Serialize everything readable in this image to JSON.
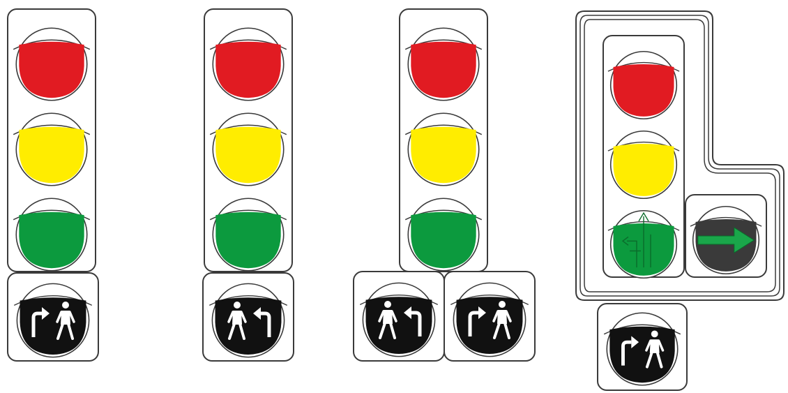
{
  "colors": {
    "red": "#e11b22",
    "yellow": "#ffed00",
    "green": "#0c9a3e",
    "dark_lamp": "#3a3a3a",
    "arrow_green": "#1aa64a",
    "symbol_bg": "#111111",
    "outline": "#3a3a3a"
  },
  "signals": [
    {
      "id": "signal-1",
      "lamps": [
        "red-lamp",
        "yellow-lamp",
        "green-lamp"
      ],
      "pedestrian_symbol": "right-turn-arrow-pedestrian-icon"
    },
    {
      "id": "signal-2",
      "lamps": [
        "red-lamp",
        "yellow-lamp",
        "green-lamp"
      ],
      "pedestrian_symbol": "pedestrian-left-turn-arrow-icon"
    },
    {
      "id": "signal-3",
      "lamps": [
        "red-lamp",
        "yellow-lamp",
        "green-lamp"
      ],
      "pedestrian_symbols": [
        "pedestrian-left-turn-arrow-icon",
        "right-turn-arrow-pedestrian-icon"
      ]
    },
    {
      "id": "signal-4",
      "lamps": [
        "red-lamp",
        "yellow-lamp",
        "green-lane-arrows-lamp"
      ],
      "additional_section": "green-right-arrow-icon",
      "pedestrian_symbol": "right-turn-arrow-pedestrian-icon"
    }
  ]
}
